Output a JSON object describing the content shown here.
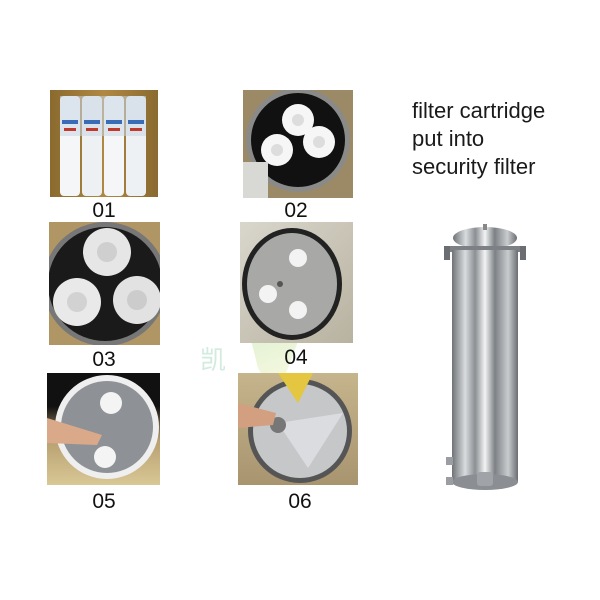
{
  "caption": {
    "lines": [
      "filter cartridge",
      "put into",
      "security filter"
    ]
  },
  "steps": [
    {
      "label": "01",
      "image": "four-white-filter-cartridges-in-wrapping"
    },
    {
      "label": "02",
      "image": "cartridges-inside-housing-top-view"
    },
    {
      "label": "03",
      "image": "three-cartridges-with-caps-close-up"
    },
    {
      "label": "04",
      "image": "pressure-plate-on-cartridges"
    },
    {
      "label": "05",
      "image": "hand-fastening-plate"
    },
    {
      "label": "06",
      "image": "closing-housing-lid"
    }
  ],
  "product": {
    "image": "stainless-steel-security-filter-housing"
  },
  "watermark": {
    "text": "凯"
  },
  "colors": {
    "background": "#ffffff",
    "text": "#111111",
    "steel": "#b8bcc0"
  }
}
